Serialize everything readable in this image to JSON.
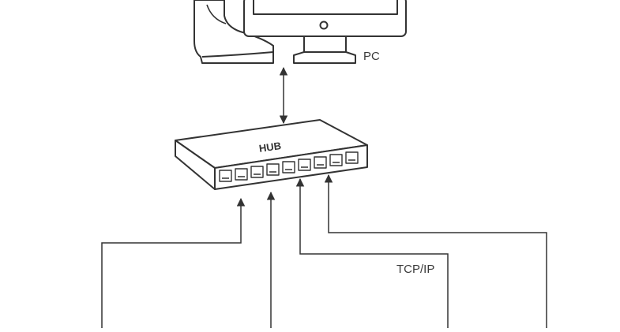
{
  "diagram": {
    "pc_label": "PC",
    "hub_label": "HUB",
    "protocol_label": "TCP/IP"
  },
  "colors": {
    "line": "#333333",
    "fill": "#ffffff"
  },
  "icons": {
    "computer": "pc-tower-and-monitor-icon",
    "hub": "network-hub-icon"
  }
}
